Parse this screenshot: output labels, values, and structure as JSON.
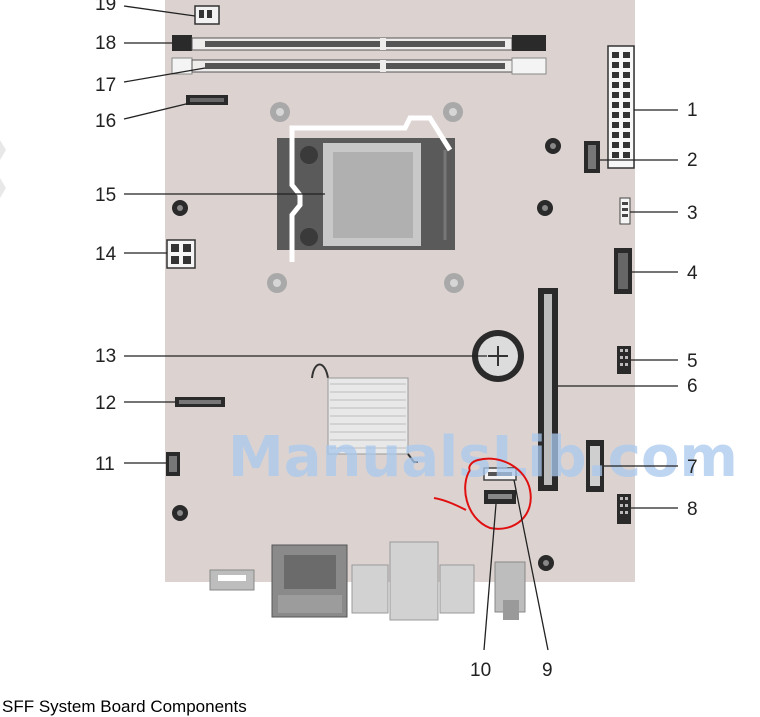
{
  "diagram": {
    "caption": "SFF System Board Components",
    "watermark": "ManualsLib.com",
    "callouts": {
      "c1": "1",
      "c2": "2",
      "c3": "3",
      "c4": "4",
      "c5": "5",
      "c6": "6",
      "c7": "7",
      "c8": "8",
      "c9": "9",
      "c10": "10",
      "c11": "11",
      "c12": "12",
      "c13": "13",
      "c14": "14",
      "c15": "15",
      "c16": "16",
      "c17": "17",
      "c18": "18",
      "c19": "19"
    },
    "colors": {
      "board": "#dcd3d1",
      "component_dark": "#3a3a3a",
      "annotation_red": "#e01010",
      "watermark": "#a9c9ee"
    }
  }
}
